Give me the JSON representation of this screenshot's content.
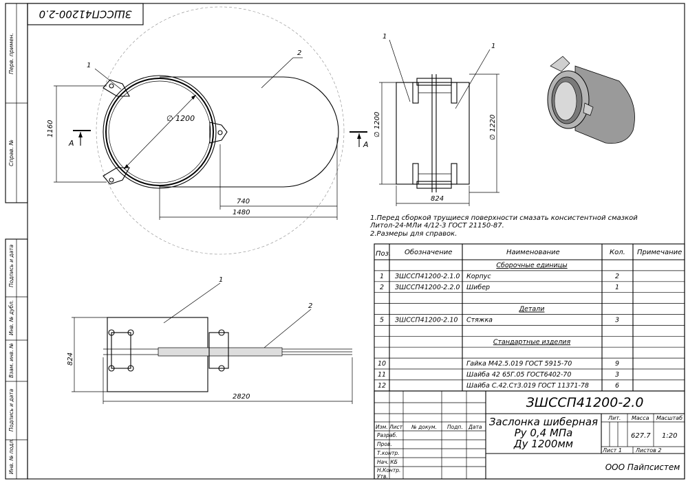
{
  "doc_code": "ЗШССП41200-2.0",
  "doc_code_rotated": "ЗШССП41200-2.0",
  "left_strip": {
    "perv_primen": "Перв. примен.",
    "sprav_no": "Справ. №",
    "podp_data_1": "Подпись и дата",
    "inv_dubl": "Инв. № дубл.",
    "vzam_inv": "Взам. инв. №",
    "podp_data_2": "Подпись и дата",
    "inv_podl": "Инв. № подл."
  },
  "view_front": {
    "dim_height": "1160",
    "dim_diam": "∅ 1200",
    "dim_740": "740",
    "dim_1480": "1480",
    "section_a": "A",
    "label_1": "1",
    "label_2": "2"
  },
  "view_side": {
    "dim_1200": "∅ 1200",
    "dim_1220": "∅ 1220",
    "dim_824": "824",
    "section_a": "A",
    "label_1a": "1",
    "label_1b": "1"
  },
  "view_top": {
    "dim_824": "824",
    "dim_2820": "2820",
    "label_1": "1",
    "label_2": "2"
  },
  "notes": [
    "1.Перед сборкой трущиеся поверхности смазать консистентной смазкой",
    "Литол-24-МЛи 4/12-3 ГОСТ 21150-87.",
    "2.Размеры для справок."
  ],
  "spec": {
    "headers": {
      "pos": "Поз.",
      "designation": "Обозначение",
      "name": "Наименование",
      "qty": "Кол.",
      "note": "Примечание"
    },
    "rows": [
      {
        "pos": "",
        "designation": "",
        "name": "Сборочные единицы",
        "qty": "",
        "section": true
      },
      {
        "pos": "1",
        "designation": "ЗШССП41200-2.1.0",
        "name": "Корпус",
        "qty": "2"
      },
      {
        "pos": "2",
        "designation": "ЗШССП41200-2.2.0",
        "name": "Шибер",
        "qty": "1"
      },
      {
        "pos": "",
        "designation": "",
        "name": "",
        "qty": ""
      },
      {
        "pos": "",
        "designation": "",
        "name": "Детали",
        "qty": "",
        "section": true
      },
      {
        "pos": "5",
        "designation": "ЗШССП41200-2.10",
        "name": "Стяжка",
        "qty": "3"
      },
      {
        "pos": "",
        "designation": "",
        "name": "",
        "qty": ""
      },
      {
        "pos": "",
        "designation": "",
        "name": "Стандартные изделия",
        "qty": "",
        "section": true
      },
      {
        "pos": "",
        "designation": "",
        "name": "",
        "qty": ""
      },
      {
        "pos": "10",
        "designation": "",
        "name": "Гайка М42.5.019 ГОСТ 5915-70",
        "qty": "9"
      },
      {
        "pos": "11",
        "designation": "",
        "name": "Шайба 42 65Г.05 ГОСТ6402-70",
        "qty": "3"
      },
      {
        "pos": "12",
        "designation": "",
        "name": "Шайба С.42.Ст3.019 ГОСТ 11371-78",
        "qty": "6"
      }
    ]
  },
  "title_block": {
    "code": "ЗШССП41200-2.0",
    "title_1": "Заслонка шиберная",
    "title_2": "Ру 0,4 МПа",
    "title_3": "Ду 1200мм",
    "lit": "Лит.",
    "mass": "Масса",
    "scale": "Масштаб",
    "mass_value": "627.7",
    "scale_value": "1:20",
    "sheet": "Лист 1",
    "sheets": "Листов 2",
    "company": "ООО Пайпсистем",
    "col_izm": "Изм.",
    "col_list": "Лист",
    "col_doc": "№ докум.",
    "col_podp": "Подп.",
    "col_data": "Дата",
    "roles": [
      "Разраб.",
      "Пров.",
      "Т.контр.",
      "Нач. КБ",
      "Н.Контр.",
      "Утв."
    ]
  }
}
